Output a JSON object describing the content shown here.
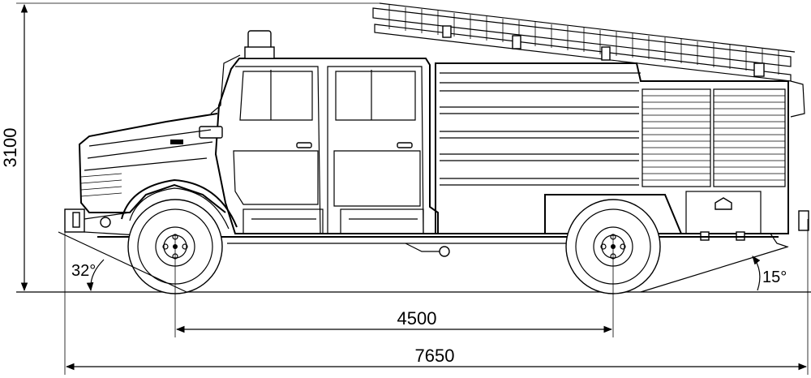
{
  "dimensions": {
    "height": "3100",
    "wheelbase": "4500",
    "overall_length": "7650",
    "approach_angle": "32°",
    "departure_angle": "15°"
  }
}
